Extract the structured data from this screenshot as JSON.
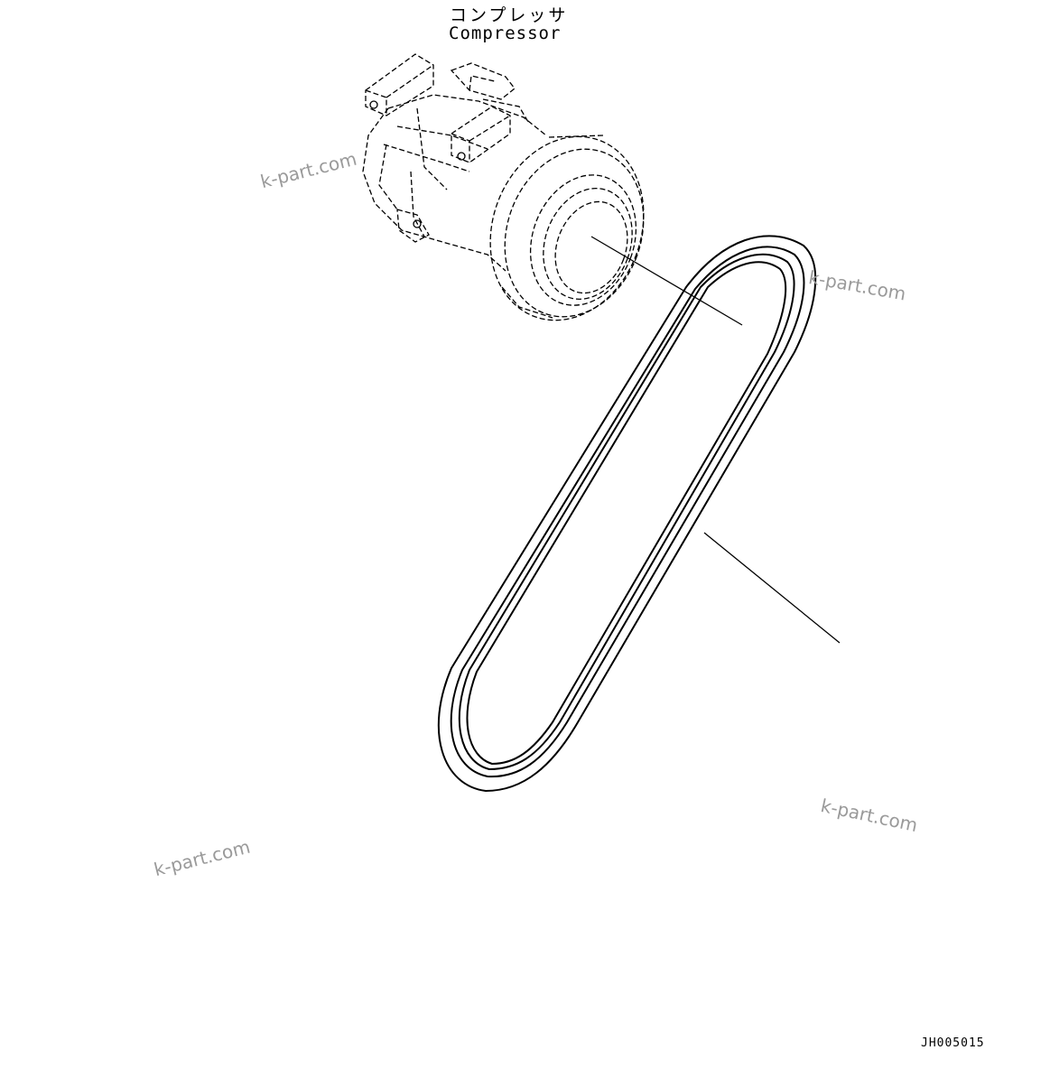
{
  "labels": {
    "compressor_jp": "コンプレッサ",
    "compressor_en": "Compressor",
    "drawing_id": "JH005015"
  },
  "watermarks": [
    "k-part.com",
    "k-part.com",
    "k-part.com",
    "k-part.com"
  ],
  "colors": {
    "line": "#000000",
    "background": "#ffffff",
    "watermark": "#9a9a9a"
  }
}
